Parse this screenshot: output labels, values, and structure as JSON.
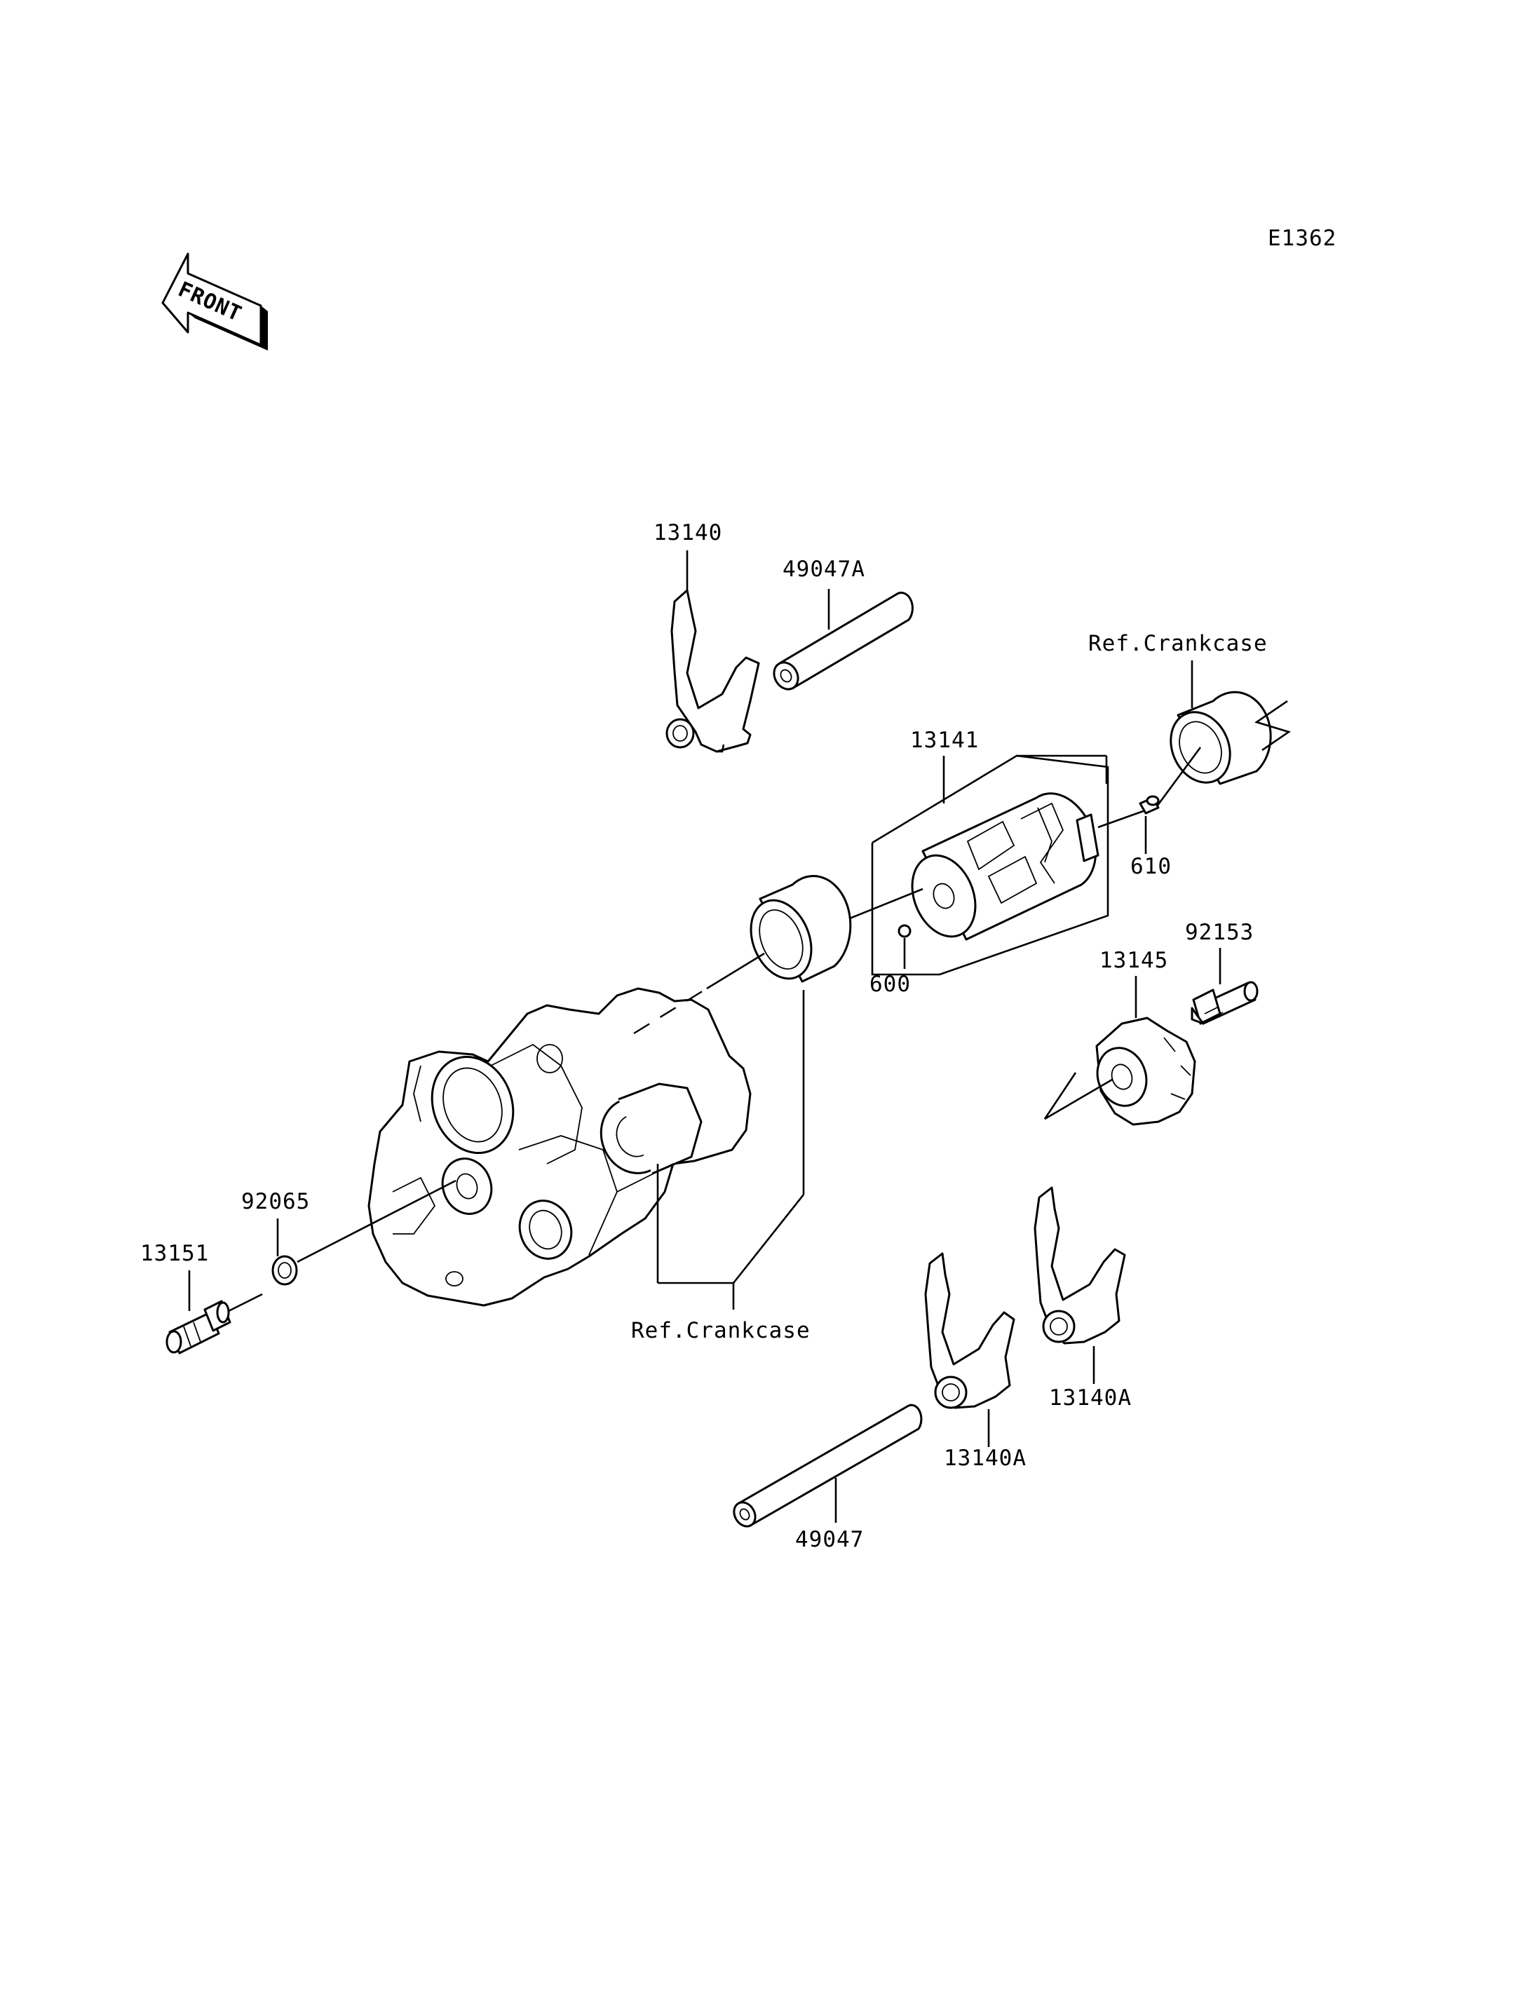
{
  "diagram_id": "E1362",
  "front_label": "FRONT",
  "parts": {
    "p13140": "13140",
    "p49047A": "49047A",
    "ref_crankcase_top": "Ref.Crankcase",
    "p13141": "13141",
    "p610": "610",
    "p600": "600",
    "p92153": "92153",
    "p13145": "13145",
    "p92065": "92065",
    "p13151": "13151",
    "ref_crankcase_bottom": "Ref.Crankcase",
    "p13140A_right": "13140A",
    "p13140A_left": "13140A",
    "p49047": "49047"
  }
}
